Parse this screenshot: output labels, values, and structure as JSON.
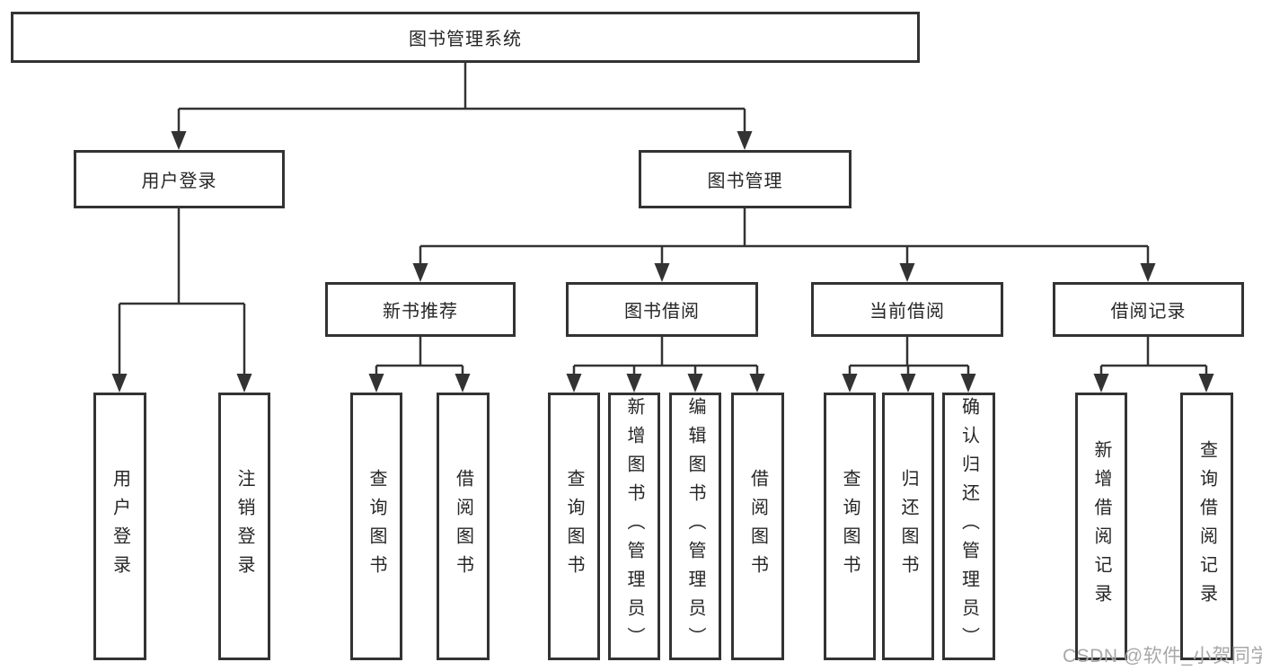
{
  "tree": {
    "root": {
      "label": "图书管理系统",
      "children": [
        {
          "label": "用户登录",
          "children": [
            {
              "label": "用户登录"
            },
            {
              "label": "注销登录"
            }
          ]
        },
        {
          "label": "图书管理",
          "children": [
            {
              "label": "新书推荐",
              "children": [
                {
                  "label": "查询图书"
                },
                {
                  "label": "借阅图书"
                }
              ]
            },
            {
              "label": "图书借阅",
              "children": [
                {
                  "label": "查询图书"
                },
                {
                  "label": "新增图书（管理员）"
                },
                {
                  "label": "编辑图书（管理员）"
                },
                {
                  "label": "借阅图书"
                }
              ]
            },
            {
              "label": "当前借阅",
              "children": [
                {
                  "label": "查询图书"
                },
                {
                  "label": "归还图书"
                },
                {
                  "label": "确认归还（管理员）"
                }
              ]
            },
            {
              "label": "借阅记录",
              "children": [
                {
                  "label": "新增借阅记录"
                },
                {
                  "label": "查询借阅记录"
                }
              ]
            }
          ]
        }
      ]
    }
  },
  "watermark": "CSDN @软件_小贺同学",
  "colors": {
    "line": "#333333",
    "text": "#262626",
    "watermark": "#a8a8a8",
    "background": "#ffffff"
  }
}
